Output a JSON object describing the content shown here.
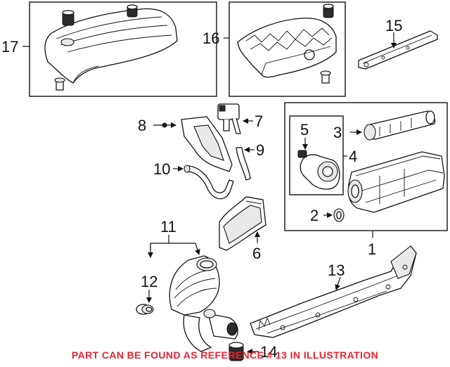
{
  "callouts": {
    "c1": "1",
    "c2": "2",
    "c3": "3",
    "c4": "4",
    "c5": "5",
    "c6": "6",
    "c7": "7",
    "c8": "8",
    "c9": "9",
    "c10": "10",
    "c11": "11",
    "c12": "12",
    "c13": "13",
    "c14": "14",
    "c15": "15",
    "c16": "16",
    "c17": "17"
  },
  "footer": {
    "note": "PART CAN BE FOUND AS REFERENCE # 13 IN ILLUSTRATION",
    "color": "#e8242f"
  }
}
